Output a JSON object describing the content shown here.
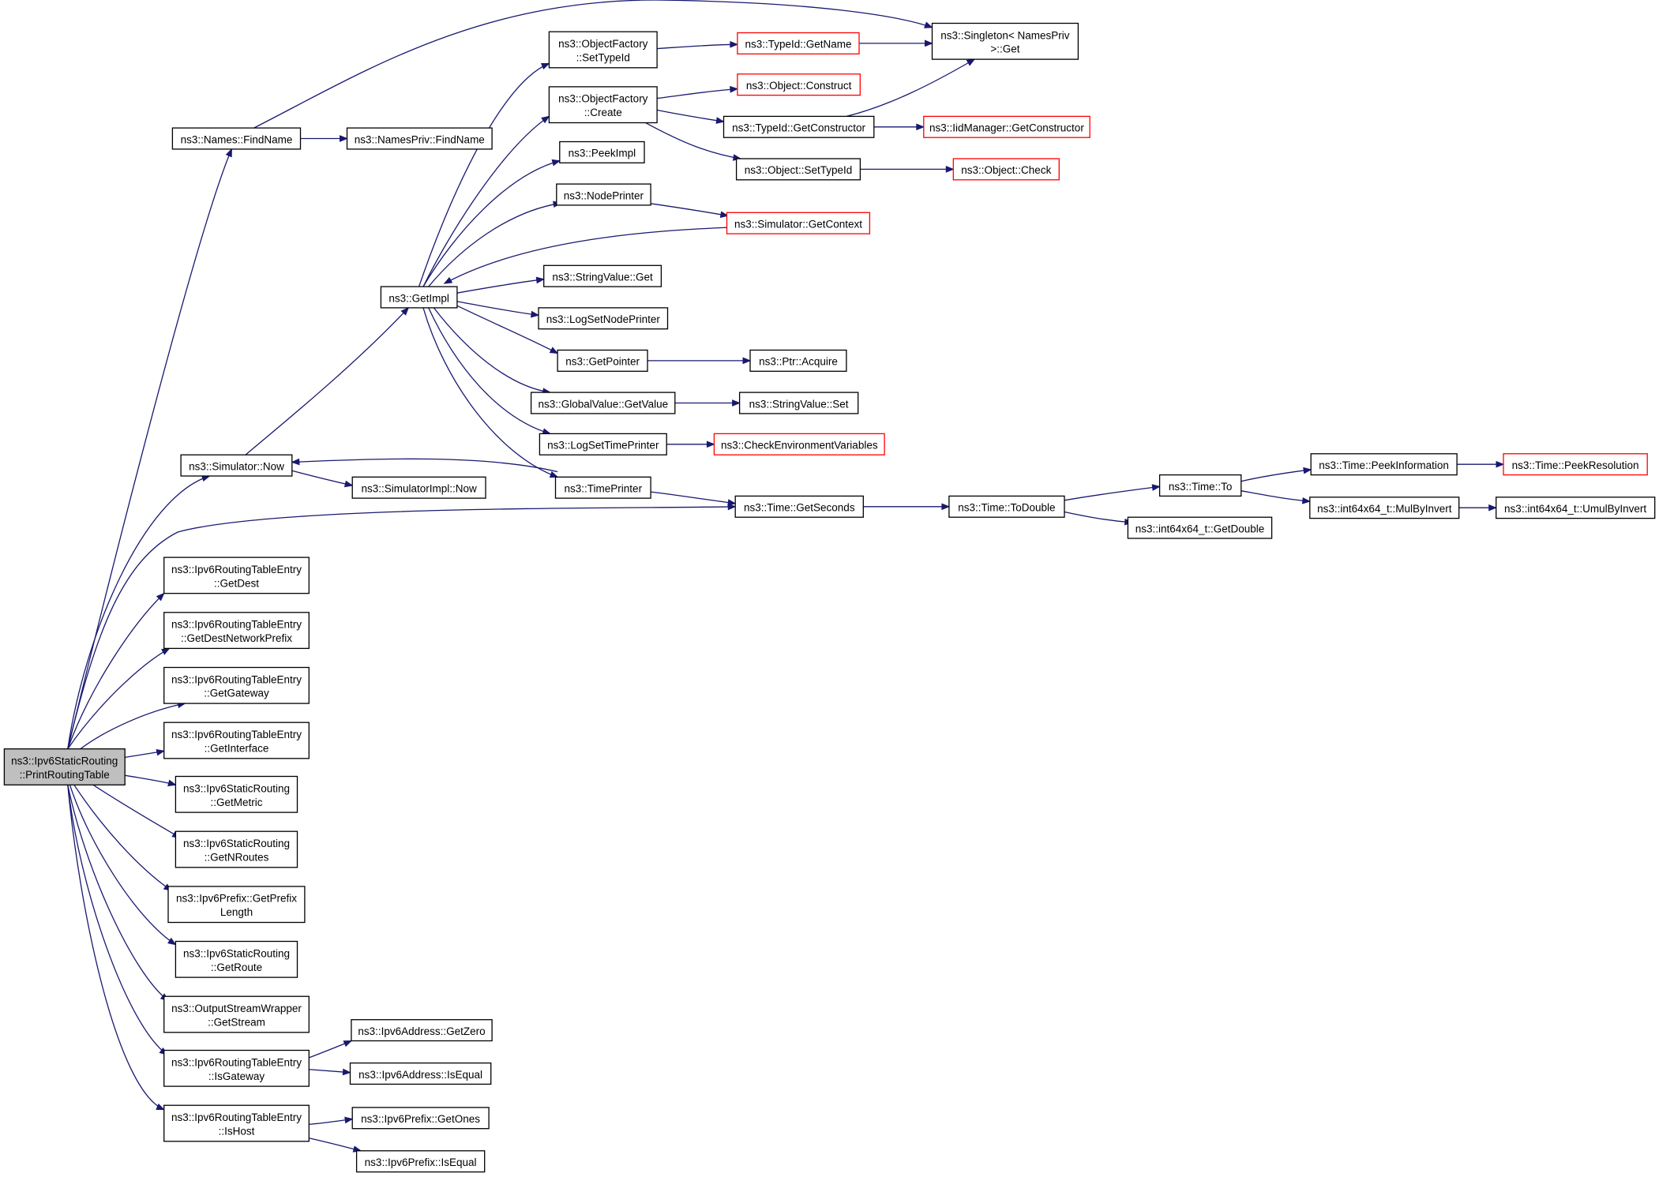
{
  "diagram": {
    "type": "call-graph",
    "colors": {
      "edge": "#191970",
      "node_border": "#000000",
      "truncated_node_border": "#ff0000",
      "root_fill": "#bfbfbf",
      "node_fill": "#ffffff"
    },
    "nodes": [
      {
        "id": "root",
        "lines": [
          "ns3::Ipv6StaticRouting",
          "::PrintRoutingTable"
        ],
        "style": "root"
      },
      {
        "id": "names_findname",
        "lines": [
          "ns3::Names::FindName"
        ],
        "style": "normal"
      },
      {
        "id": "namespriv_findname",
        "lines": [
          "ns3::NamesPriv::FindName"
        ],
        "style": "normal"
      },
      {
        "id": "singleton_get",
        "lines": [
          "ns3::Singleton< NamesPriv",
          ">::Get"
        ],
        "style": "normal"
      },
      {
        "id": "simulator_now",
        "lines": [
          "ns3::Simulator::Now"
        ],
        "style": "normal"
      },
      {
        "id": "simulatorimpl_now",
        "lines": [
          "ns3::SimulatorImpl::Now"
        ],
        "style": "normal"
      },
      {
        "id": "getimpl",
        "lines": [
          "ns3::GetImpl"
        ],
        "style": "normal"
      },
      {
        "id": "of_settypeid",
        "lines": [
          "ns3::ObjectFactory",
          "::SetTypeId"
        ],
        "style": "normal"
      },
      {
        "id": "of_create",
        "lines": [
          "ns3::ObjectFactory",
          "::Create"
        ],
        "style": "normal"
      },
      {
        "id": "peekimpl",
        "lines": [
          "ns3::PeekImpl"
        ],
        "style": "normal"
      },
      {
        "id": "nodeprinter",
        "lines": [
          "ns3::NodePrinter"
        ],
        "style": "normal"
      },
      {
        "id": "stringvalue_get",
        "lines": [
          "ns3::StringValue::Get"
        ],
        "style": "normal"
      },
      {
        "id": "logsetnodeprinter",
        "lines": [
          "ns3::LogSetNodePrinter"
        ],
        "style": "normal"
      },
      {
        "id": "getpointer",
        "lines": [
          "ns3::GetPointer"
        ],
        "style": "normal"
      },
      {
        "id": "globalvalue_getvalue",
        "lines": [
          "ns3::GlobalValue::GetValue"
        ],
        "style": "normal"
      },
      {
        "id": "logsettimeprinter",
        "lines": [
          "ns3::LogSetTimePrinter"
        ],
        "style": "normal"
      },
      {
        "id": "timeprinter",
        "lines": [
          "ns3::TimePrinter"
        ],
        "style": "normal"
      },
      {
        "id": "typeid_getname",
        "lines": [
          "ns3::TypeId::GetName"
        ],
        "style": "truncated"
      },
      {
        "id": "object_construct",
        "lines": [
          "ns3::Object::Construct"
        ],
        "style": "truncated"
      },
      {
        "id": "typeid_getconstructor",
        "lines": [
          "ns3::TypeId::GetConstructor"
        ],
        "style": "normal"
      },
      {
        "id": "iidmanager_getconstructor",
        "lines": [
          "ns3::IidManager::GetConstructor"
        ],
        "style": "truncated"
      },
      {
        "id": "object_settypeid",
        "lines": [
          "ns3::Object::SetTypeId"
        ],
        "style": "normal"
      },
      {
        "id": "object_check",
        "lines": [
          "ns3::Object::Check"
        ],
        "style": "truncated"
      },
      {
        "id": "simulator_getcontext",
        "lines": [
          "ns3::Simulator::GetContext"
        ],
        "style": "truncated"
      },
      {
        "id": "ptr_acquire",
        "lines": [
          "ns3::Ptr::Acquire"
        ],
        "style": "normal"
      },
      {
        "id": "stringvalue_set",
        "lines": [
          "ns3::StringValue::Set"
        ],
        "style": "normal"
      },
      {
        "id": "checkenvvars",
        "lines": [
          "ns3::CheckEnvironmentVariables"
        ],
        "style": "truncated"
      },
      {
        "id": "time_getseconds",
        "lines": [
          "ns3::Time::GetSeconds"
        ],
        "style": "normal"
      },
      {
        "id": "time_todouble",
        "lines": [
          "ns3::Time::ToDouble"
        ],
        "style": "normal"
      },
      {
        "id": "time_to",
        "lines": [
          "ns3::Time::To"
        ],
        "style": "normal"
      },
      {
        "id": "int64_getdouble",
        "lines": [
          "ns3::int64x64_t::GetDouble"
        ],
        "style": "normal"
      },
      {
        "id": "time_peekinformation",
        "lines": [
          "ns3::Time::PeekInformation"
        ],
        "style": "normal"
      },
      {
        "id": "time_peekresolution",
        "lines": [
          "ns3::Time::PeekResolution"
        ],
        "style": "truncated"
      },
      {
        "id": "int64_mulbyinvert",
        "lines": [
          "ns3::int64x64_t::MulByInvert"
        ],
        "style": "normal"
      },
      {
        "id": "int64_umulbyinvert",
        "lines": [
          "ns3::int64x64_t::UmulByInvert"
        ],
        "style": "normal"
      },
      {
        "id": "rte_getdest",
        "lines": [
          "ns3::Ipv6RoutingTableEntry",
          "::GetDest"
        ],
        "style": "normal"
      },
      {
        "id": "rte_getdestnetworkprefix",
        "lines": [
          "ns3::Ipv6RoutingTableEntry",
          "::GetDestNetworkPrefix"
        ],
        "style": "normal"
      },
      {
        "id": "rte_getgateway",
        "lines": [
          "ns3::Ipv6RoutingTableEntry",
          "::GetGateway"
        ],
        "style": "normal"
      },
      {
        "id": "rte_getinterface",
        "lines": [
          "ns3::Ipv6RoutingTableEntry",
          "::GetInterface"
        ],
        "style": "normal"
      },
      {
        "id": "sr_getmetric",
        "lines": [
          "ns3::Ipv6StaticRouting",
          "::GetMetric"
        ],
        "style": "normal"
      },
      {
        "id": "sr_getnroutes",
        "lines": [
          "ns3::Ipv6StaticRouting",
          "::GetNRoutes"
        ],
        "style": "normal"
      },
      {
        "id": "prefix_getprefixlength",
        "lines": [
          "ns3::Ipv6Prefix::GetPrefix",
          "Length"
        ],
        "style": "normal"
      },
      {
        "id": "sr_getroute",
        "lines": [
          "ns3::Ipv6StaticRouting",
          "::GetRoute"
        ],
        "style": "normal"
      },
      {
        "id": "osw_getstream",
        "lines": [
          "ns3::OutputStreamWrapper",
          "::GetStream"
        ],
        "style": "normal"
      },
      {
        "id": "rte_isgateway",
        "lines": [
          "ns3::Ipv6RoutingTableEntry",
          "::IsGateway"
        ],
        "style": "normal"
      },
      {
        "id": "addr_getzero",
        "lines": [
          "ns3::Ipv6Address::GetZero"
        ],
        "style": "normal"
      },
      {
        "id": "addr_isequal",
        "lines": [
          "ns3::Ipv6Address::IsEqual"
        ],
        "style": "normal"
      },
      {
        "id": "rte_ishost",
        "lines": [
          "ns3::Ipv6RoutingTableEntry",
          "::IsHost"
        ],
        "style": "normal"
      },
      {
        "id": "prefix_getones",
        "lines": [
          "ns3::Ipv6Prefix::GetOnes"
        ],
        "style": "normal"
      },
      {
        "id": "prefix_isequal",
        "lines": [
          "ns3::Ipv6Prefix::IsEqual"
        ],
        "style": "normal"
      }
    ],
    "edges": [
      [
        "root",
        "names_findname"
      ],
      [
        "root",
        "simulator_now"
      ],
      [
        "root",
        "time_getseconds"
      ],
      [
        "root",
        "rte_getdest"
      ],
      [
        "root",
        "rte_getdestnetworkprefix"
      ],
      [
        "root",
        "rte_getgateway"
      ],
      [
        "root",
        "rte_getinterface"
      ],
      [
        "root",
        "sr_getmetric"
      ],
      [
        "root",
        "sr_getnroutes"
      ],
      [
        "root",
        "prefix_getprefixlength"
      ],
      [
        "root",
        "sr_getroute"
      ],
      [
        "root",
        "osw_getstream"
      ],
      [
        "root",
        "rte_isgateway"
      ],
      [
        "root",
        "rte_ishost"
      ],
      [
        "names_findname",
        "namespriv_findname"
      ],
      [
        "names_findname",
        "singleton_get"
      ],
      [
        "simulator_now",
        "getimpl"
      ],
      [
        "simulator_now",
        "simulatorimpl_now"
      ],
      [
        "getimpl",
        "of_settypeid"
      ],
      [
        "getimpl",
        "of_create"
      ],
      [
        "getimpl",
        "peekimpl"
      ],
      [
        "getimpl",
        "nodeprinter"
      ],
      [
        "getimpl",
        "stringvalue_get"
      ],
      [
        "getimpl",
        "logsetnodeprinter"
      ],
      [
        "getimpl",
        "getpointer"
      ],
      [
        "getimpl",
        "globalvalue_getvalue"
      ],
      [
        "getimpl",
        "logsettimeprinter"
      ],
      [
        "getimpl",
        "timeprinter"
      ],
      [
        "of_settypeid",
        "typeid_getname"
      ],
      [
        "typeid_getname",
        "singleton_get"
      ],
      [
        "of_create",
        "object_construct"
      ],
      [
        "of_create",
        "typeid_getconstructor"
      ],
      [
        "of_create",
        "object_settypeid"
      ],
      [
        "typeid_getconstructor",
        "singleton_get"
      ],
      [
        "typeid_getconstructor",
        "iidmanager_getconstructor"
      ],
      [
        "object_settypeid",
        "object_check"
      ],
      [
        "nodeprinter",
        "simulator_getcontext"
      ],
      [
        "simulator_getcontext",
        "getimpl"
      ],
      [
        "getpointer",
        "ptr_acquire"
      ],
      [
        "globalvalue_getvalue",
        "stringvalue_set"
      ],
      [
        "logsettimeprinter",
        "checkenvvars"
      ],
      [
        "timeprinter",
        "simulator_now"
      ],
      [
        "timeprinter",
        "time_getseconds"
      ],
      [
        "time_getseconds",
        "time_todouble"
      ],
      [
        "time_todouble",
        "time_to"
      ],
      [
        "time_todouble",
        "int64_getdouble"
      ],
      [
        "time_to",
        "time_peekinformation"
      ],
      [
        "time_to",
        "int64_mulbyinvert"
      ],
      [
        "time_peekinformation",
        "time_peekresolution"
      ],
      [
        "int64_mulbyinvert",
        "int64_umulbyinvert"
      ],
      [
        "rte_isgateway",
        "addr_getzero"
      ],
      [
        "rte_isgateway",
        "addr_isequal"
      ],
      [
        "rte_ishost",
        "prefix_getones"
      ],
      [
        "rte_ishost",
        "prefix_isequal"
      ]
    ]
  }
}
